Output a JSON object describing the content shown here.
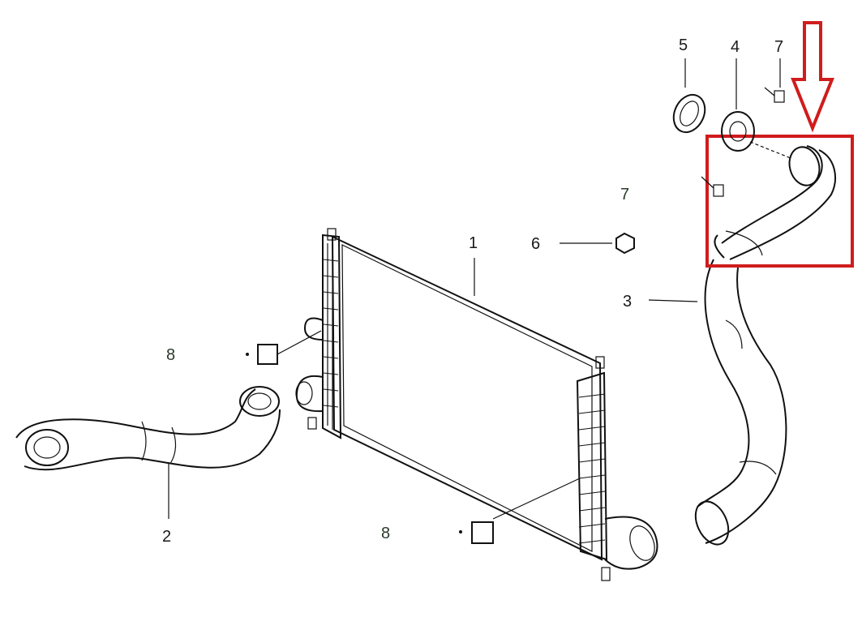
{
  "labels": {
    "part_1": "1",
    "part_2": "2",
    "part_3": "3",
    "part_4": "4",
    "part_5": "5",
    "part_6": "6",
    "part_7_top": "7",
    "part_7_mid": "7",
    "part_8_left": "8",
    "part_8_bottom": "8"
  },
  "colors": {
    "highlight": "#d01c1c",
    "ink": "#111111",
    "label": "#1a1a1a"
  }
}
